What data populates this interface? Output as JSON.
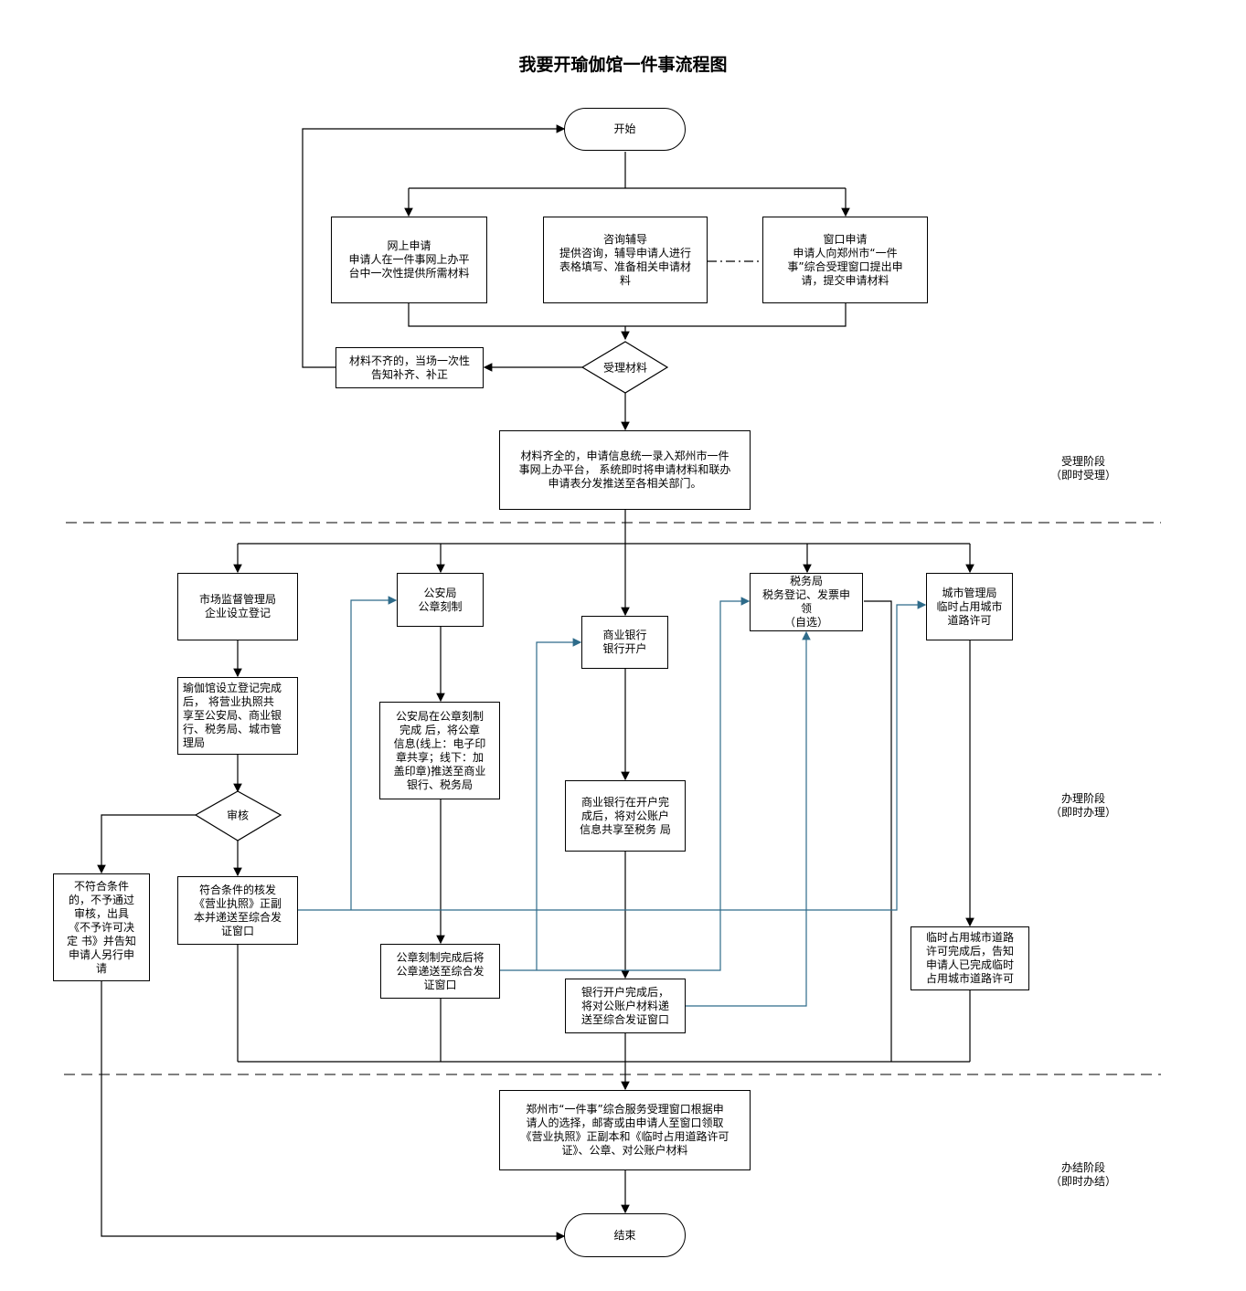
{
  "title": "我要开瑜伽馆一件事流程图",
  "nodes": {
    "start": "开始",
    "online": "网上申请\n申请人在一件事网上办平\n台中一次性提供所需材料",
    "consult": "咨询辅导\n提供咨询，辅导申请人进行\n表格填写、准备相关申请材\n料",
    "window": "窗口申请\n申请人向郑州市“一件\n事”综合受理窗口提出申\n请，提交申请材料",
    "incomplete": "材料不齐的，当场一次性\n告知补齐、补正",
    "accept": "受理材料",
    "complete": "材料齐全的，申请信息统一录入郑州市一件\n事网上办平台，  系统即时将申请材料和联办\n申请表分发推送至各相关部门。",
    "market": "市场监督管理局\n企业设立登记",
    "police": "公安局\n公章刻制",
    "bank": "商业银行\n银行开户",
    "tax": "税务局\n税务登记、发票申\n领\n（自选）",
    "city": "城市管理局\n临时占用城市\n道路许可",
    "yoga_done": "瑜伽馆设立登记完成\n后，  将营业执照共\n享至公安局、商业银\n行、税务局、城市管\n理局",
    "review": "审核",
    "reject": "不符合条件\n的，不予通过\n审核，出具\n《不予许可决\n定  书》并告知\n申请人另行申\n请",
    "approve": "符合条件的核发\n《营业执照》正副\n本并递送至综合发\n证窗口",
    "police_done": "公安局在公章刻制\n完成    后，将公章\n信息(线上：电子印\n章共享；线下：加\n盖印章)推送至商业\n银行、税务局",
    "seal_deliver": "公章刻制完成后将\n公章递送至综合发\n证窗口",
    "bank_done": "商业银行在开户完\n成后，将对公账户\n信息共享至税务  局",
    "bank_deliver": "银行开户完成后，\n将对公账户材料递\n送至综合发证窗口",
    "city_done": "临时占用城市道路\n许可完成后，告知\n申请人已完成临时\n占用城市道路许可",
    "final": "郑州市“一件事”综合服务受理窗口根据申\n请人的选择，邮寄或由申请人至窗口领取\n《营业执照》正副本和《临时占用道路许可\n证》、公章、对公账户材料",
    "end": "结束"
  },
  "stages": {
    "accept_stage": "受理阶段\n（即时受理）",
    "handle_stage": "办理阶段\n（即时办理）",
    "finish_stage": "办结阶段\n（即时办结）"
  },
  "colors": {
    "line": "#000000",
    "blue_line": "#2e6b8a",
    "dash": "#000000"
  }
}
